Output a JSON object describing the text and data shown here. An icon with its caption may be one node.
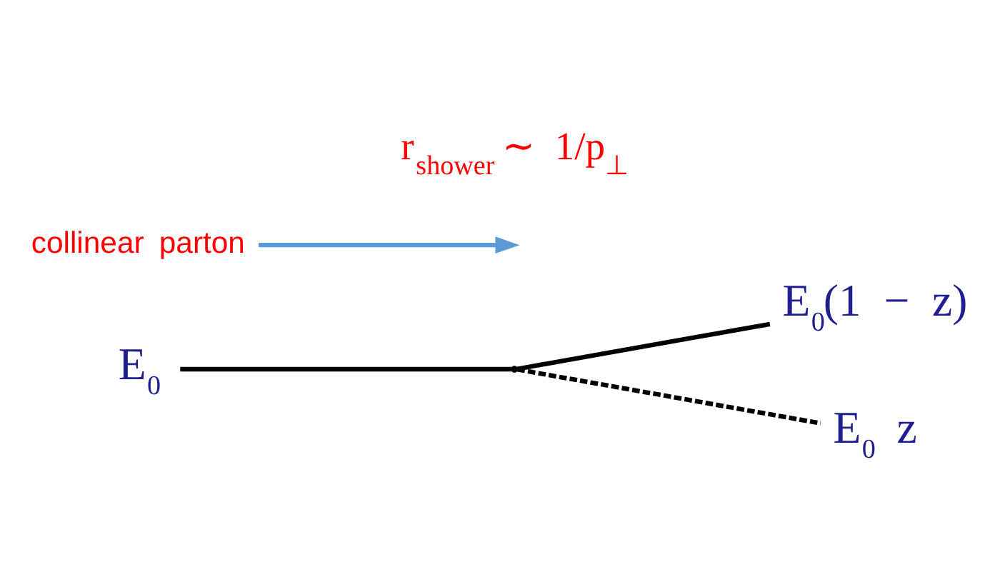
{
  "diagram": {
    "nodes": [
      {
        "text": [
          "E$_{0}$"
        ]
      },
      {
        "text": [],
        "shape": "circle"
      },
      {
        "text": [
          "E$_{0}$(1 − z)"
        ]
      },
      {
        "text": [
          "E$_{0}$ z"
        ]
      },
      {
        "text": [
          "collinear parton"
        ]
      }
    ],
    "edges": [
      {
        "from": 0,
        "to": 1,
        "arrow": "none"
      },
      {
        "from": 1,
        "to": 2,
        "arrow": "none"
      },
      {
        "from": 1,
        "to": 3,
        "arrow": "none",
        "style": "dashed"
      },
      {
        "from": 4,
        "to": null,
        "arrow": "to",
        "color": "#5b9bd5"
      }
    ],
    "labels": [
      "r$_{shower}$ ∼ 1/p$_{⊥}$"
    ]
  }
}
